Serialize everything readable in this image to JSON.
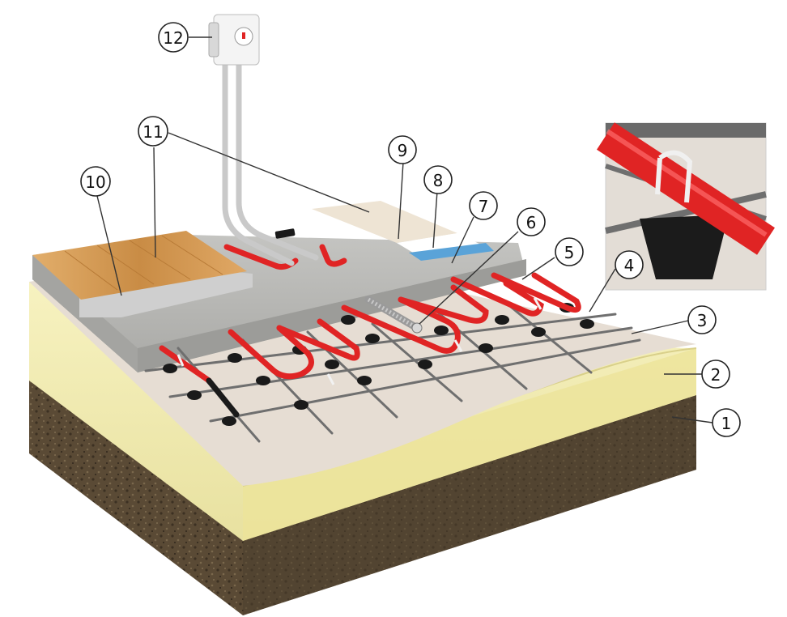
{
  "diagram": {
    "callouts": [
      {
        "id": "1",
        "label": "1"
      },
      {
        "id": "2",
        "label": "2"
      },
      {
        "id": "3",
        "label": "3"
      },
      {
        "id": "4",
        "label": "4"
      },
      {
        "id": "5",
        "label": "5"
      },
      {
        "id": "6",
        "label": "6"
      },
      {
        "id": "7",
        "label": "7"
      },
      {
        "id": "8",
        "label": "8"
      },
      {
        "id": "9",
        "label": "9"
      },
      {
        "id": "10",
        "label": "10"
      },
      {
        "id": "11",
        "label": "11"
      },
      {
        "id": "12",
        "label": "12"
      }
    ],
    "colors": {
      "soil": "#5a4a35",
      "insulation": "#f3eeb0",
      "sand_layer": "#e4dcd2",
      "screed": "#b9b9b6",
      "heating_cable": "#e02424",
      "rebar": "#6f6f6f",
      "support_chair": "#1a1a1a",
      "wood_floor": "#d9a15c",
      "tile": "#efe6d8",
      "waterproofing": "#5aa3d8",
      "conduit": "#c9c9c9",
      "thermostat": "#f4f4f4"
    }
  }
}
